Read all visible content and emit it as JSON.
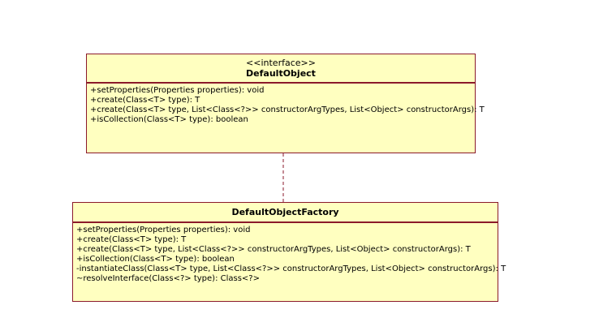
{
  "diagram": {
    "interface_class": {
      "stereotype": "<<interface>>",
      "name": "DefaultObject",
      "operations": [
        "+setProperties(Properties properties): void",
        "+create(Class<T> type): T",
        "+create(Class<T> type, List<Class<?>> constructorArgTypes, List<Object> constructorArgs): T",
        "+isCollection(Class<T> type): boolean"
      ]
    },
    "implementation_class": {
      "name": "DefaultObjectFactory",
      "operations": [
        "+setProperties(Properties properties): void",
        "+create(Class<T> type): T",
        "+create(Class<T> type, List<Class<?>> constructorArgTypes, List<Object> constructorArgs): T",
        "+isCollection(Class<T> type): boolean",
        "-instantiateClass(Class<T> type, List<Class<?>> constructorArgTypes, List<Object> constructorArgs): T",
        "~resolveInterface(Class<?> type): Class<?>"
      ]
    },
    "colors": {
      "class_fill": "#ffffc0",
      "class_border": "#8b1a2b"
    }
  }
}
